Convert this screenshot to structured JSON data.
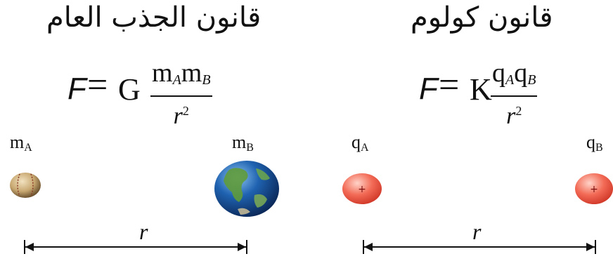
{
  "gravity": {
    "title": "قانون الجذب العام",
    "force_symbol": "F",
    "equals": "=",
    "constant": "G",
    "numerator": {
      "m1": "m",
      "m1_sub": "A",
      "m2": "m",
      "m2_sub": "B"
    },
    "denominator": {
      "r": "r",
      "power": "2"
    },
    "label_a": {
      "text": "m",
      "sub": "A"
    },
    "label_b": {
      "text": "m",
      "sub": "B"
    },
    "object_a": "baseball",
    "object_b": "earth-globe",
    "distance_label": "r"
  },
  "coulomb": {
    "title": "قانون كولوم",
    "force_symbol": "F",
    "equals": "=",
    "constant": "K",
    "numerator": {
      "q1": "q",
      "q1_sub": "A",
      "q2": "q",
      "q2_sub": "B"
    },
    "denominator": {
      "r": "r",
      "power": "2"
    },
    "label_a": {
      "text": "q",
      "sub": "A"
    },
    "label_b": {
      "text": "q",
      "sub": "B"
    },
    "charge_a_symbol": "+",
    "charge_b_symbol": "+",
    "distance_label": "r"
  },
  "colors": {
    "text": "#111111",
    "charge_light": "#ffd3c8",
    "charge_mid": "#f26a55",
    "charge_dark": "#d23a2a",
    "ocean": "#1f62b0",
    "land": "#5f9b3a",
    "ball": "#c8a871",
    "stitch": "#8b3d2a"
  }
}
